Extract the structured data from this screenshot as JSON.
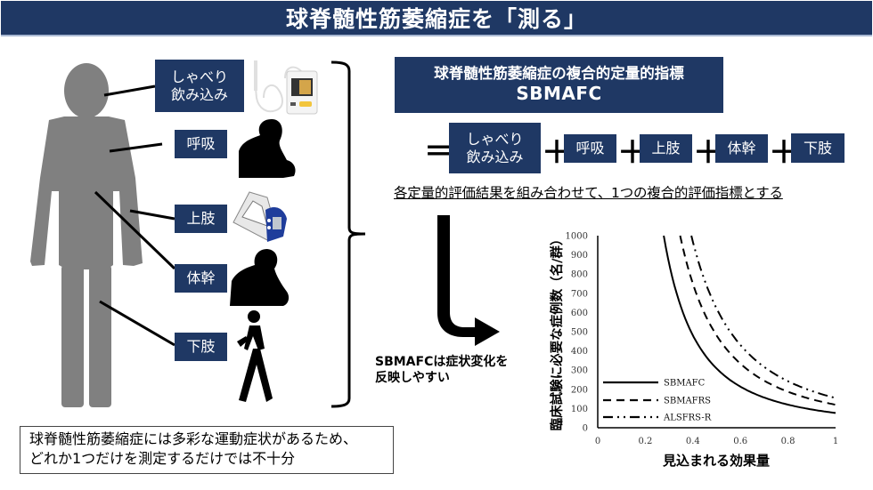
{
  "header": {
    "title": "球脊髄性筋萎縮症を「測る」"
  },
  "body_parts": {
    "speech_swallow": {
      "line1": "しゃべり",
      "line2": "飲み込み"
    },
    "respiration": "呼吸",
    "upper_limb": "上肢",
    "trunk": "体幹",
    "lower_limb": "下肢"
  },
  "icons": {
    "speech": "tongue-pressure-meter-icon",
    "respiration": "breathing-person-silhouette-icon",
    "upper_limb": "grip-dynamometer-icon",
    "trunk": "seated-person-silhouette-icon",
    "lower_limb": "walking-person-icon"
  },
  "note": {
    "line1": "球脊髄性筋萎縮症には多彩な運動症状があるため、",
    "line2": "どれか1つだけを測定するだけでは不十分"
  },
  "index": {
    "title": "球脊髄性筋萎縮症の複合的定量的指標",
    "name": "SBMAFC"
  },
  "formula": {
    "equals": "＝",
    "plus": "＋",
    "terms": [
      {
        "line1": "しゃべり",
        "line2": "飲み込み"
      },
      {
        "line1": "呼吸"
      },
      {
        "line1": "上肢"
      },
      {
        "line1": "体幹"
      },
      {
        "line1": "下肢"
      }
    ],
    "caption": "各定量的評価結果を組み合わせて、1つの複合的評価指標とする"
  },
  "conclusion": {
    "line1": "SBMAFCは症状変化を",
    "line2": "反映しやすい"
  },
  "chart_data": {
    "type": "line",
    "title": "",
    "xlabel": "見込まれる効果量",
    "ylabel": "臨床試験に必要な症例数（名/群）",
    "xlim": [
      0,
      1
    ],
    "ylim": [
      0,
      1000
    ],
    "x_ticks": [
      "0",
      "0.2",
      "0.4",
      "0.6",
      "0.8",
      "1"
    ],
    "y_ticks": [
      "0",
      "100",
      "200",
      "300",
      "400",
      "500",
      "600",
      "700",
      "800",
      "900",
      "1000"
    ],
    "grid": false,
    "legend_position": "lower-left (inside)",
    "x": [
      0.28,
      0.3,
      0.35,
      0.4,
      0.45,
      0.5,
      0.6,
      0.7,
      0.8,
      0.9,
      1.0
    ],
    "series": [
      {
        "name": "SBMAFC",
        "style": "solid",
        "values": [
          982,
          856,
          629,
          481,
          380,
          308,
          214,
          157,
          120,
          95,
          77
        ]
      },
      {
        "name": "SBMAFRS",
        "style": "dashed",
        "values": [
          null,
          null,
          980,
          750,
          593,
          480,
          333,
          245,
          188,
          148,
          120
        ]
      },
      {
        "name": "ALSFRS-R",
        "style": "dash-dot-dot",
        "values": [
          null,
          null,
          null,
          969,
          765,
          620,
          431,
          316,
          242,
          191,
          155
        ]
      }
    ]
  }
}
